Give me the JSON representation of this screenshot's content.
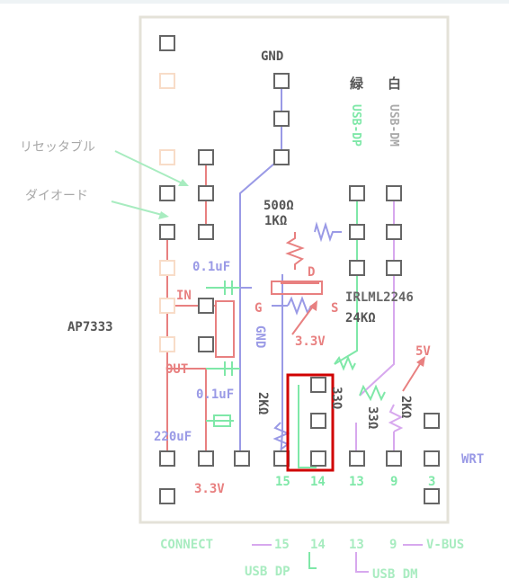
{
  "colors": {
    "red": "#e88080",
    "blue": "#9a9ae6",
    "green": "#7fe8a8",
    "purple": "#d7a8ee",
    "pcb_border": "#e4e2d8",
    "pad": "#666666",
    "highlight": "#d00000",
    "gray_text": "#777777",
    "dark_text": "#555555"
  },
  "labels": {
    "gnd": "GND",
    "green_jp": "緑",
    "white_jp": "白",
    "usb_dp_vertical": "USB-DP",
    "usb_dm_vertical": "USB-DM",
    "resettable": "リセッタブル",
    "diode": "ダイオード",
    "r_500": "500Ω",
    "r_1k": "1KΩ",
    "cap_01_top": "0.1uF",
    "cap_01_bottom": "0.1uF",
    "in": "IN",
    "out": "OUT",
    "ap7333": "AP7333",
    "d": "D",
    "g": "G",
    "s": "S",
    "irlml": "IRLML2246",
    "r_24k": "24KΩ",
    "v33_arrow": "3.3V",
    "gnd_vertical": "GND",
    "v5": "5V",
    "r_2k": "2KΩ",
    "r_33_a": "33Ω",
    "r_33_b": "33Ω",
    "r_2k_right": "2KΩ",
    "cap_220": "220uF",
    "v33_bottom": "3.3V",
    "wrt": "WRT",
    "pin_15": "15",
    "pin_14": "14",
    "pin_13": "13",
    "pin_9": "9",
    "pin_3": "3",
    "connect": "CONNECT",
    "bot_15": "15",
    "bot_14": "14",
    "bot_13": "13",
    "bot_9": "9",
    "vbus": "V-BUS",
    "usb_dp_bottom": "USB DP",
    "usb_dm_bottom": "USB DM"
  }
}
